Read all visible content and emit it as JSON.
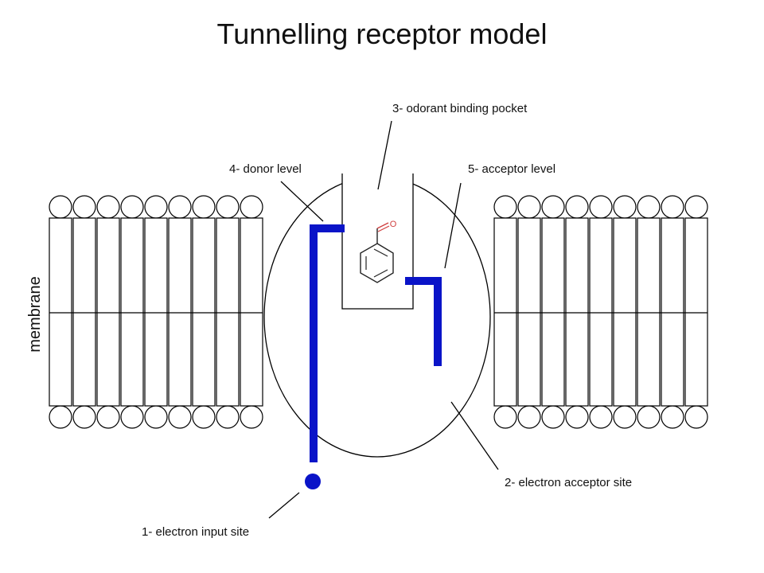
{
  "title": "Tunnelling receptor model",
  "side_label": "membrane",
  "labels": {
    "electron_input_site": "1- electron input site",
    "electron_acceptor_site": "2- electron acceptor site",
    "odorant_binding_pocket": "3- odorant binding pocket",
    "donor_level": "4- donor level",
    "acceptor_level": "5- acceptor level"
  },
  "molecule_atom": "O",
  "colors": {
    "electron_path": "#0a14c8",
    "odorant_bond": "#d04040",
    "outline": "#000000",
    "background": "#ffffff"
  }
}
